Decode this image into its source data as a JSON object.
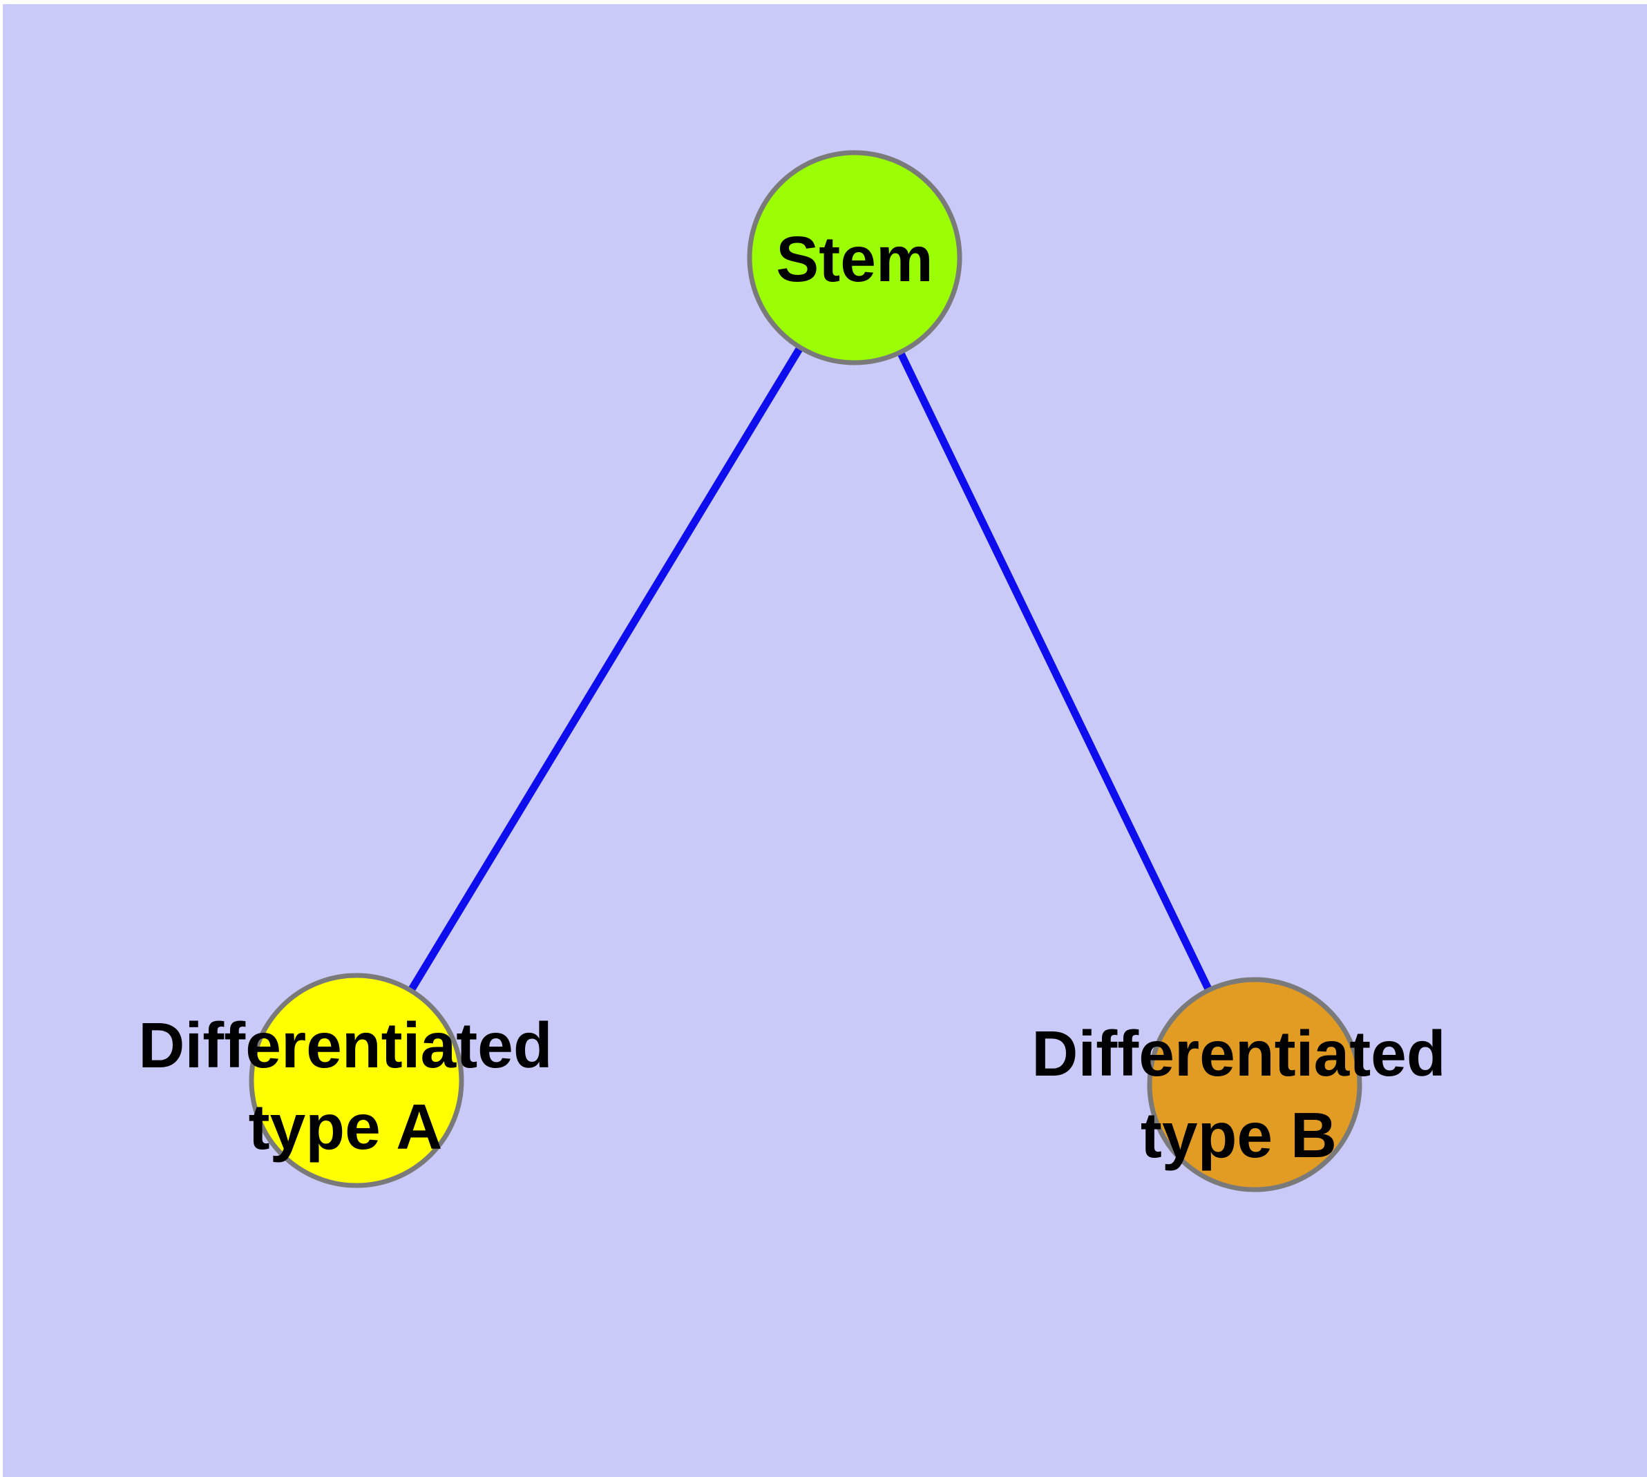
{
  "diagram": {
    "type": "node-link-graph",
    "background_color": "#CACAF8",
    "edge_color": "#0D0DEE",
    "node_border_color": "#7A7A7A",
    "nodes": [
      {
        "id": "stem",
        "label": "Stem",
        "fill": "#9BFE04"
      },
      {
        "id": "type-a",
        "label_line1": "Differentiated",
        "label_line2": "type A",
        "fill": "#FFFF00"
      },
      {
        "id": "type-b",
        "label_line1": "Differentiated",
        "label_line2": "type B",
        "fill": "#E39C23"
      }
    ],
    "edges": [
      {
        "from": "Stem",
        "to": "Differentiated type A"
      },
      {
        "from": "Stem",
        "to": "Differentiated type B"
      }
    ]
  }
}
